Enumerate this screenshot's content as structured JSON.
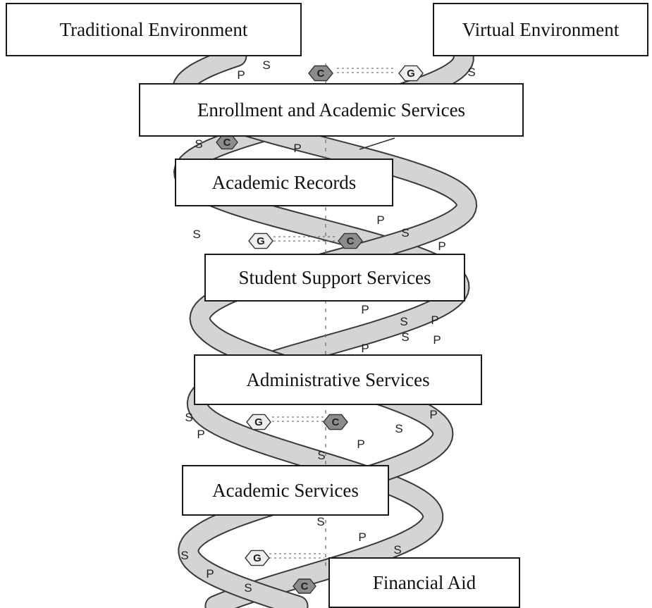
{
  "diagram": {
    "labels": {
      "traditional": "Traditional Environment",
      "virtual": "Virtual Environment",
      "enrollment": "Enrollment and Academic Services",
      "records": "Academic Records",
      "support": "Student Support Services",
      "administrative": "Administrative Services",
      "academic_services": "Academic Services",
      "financial_aid": "Financial Aid"
    },
    "helix": {
      "strand_letters": [
        "S",
        "P"
      ],
      "base_letters": [
        "C",
        "G"
      ],
      "colors": {
        "strand_fill": "#d4d4d4",
        "strand_line": "#3a3a3a",
        "base_dark": "#8c8c8c",
        "base_light": "#efefef"
      }
    }
  }
}
